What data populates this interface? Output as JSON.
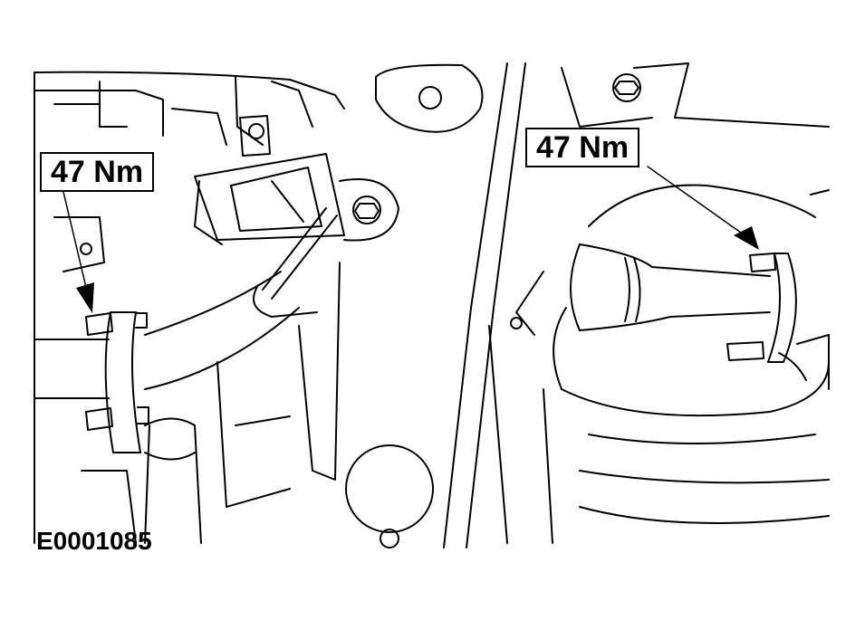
{
  "figure": {
    "id_label": "E0001085",
    "callouts": [
      {
        "name": "left-torque-callout",
        "text": "47 Nm"
      },
      {
        "name": "right-torque-callout",
        "text": "47 Nm"
      }
    ]
  }
}
